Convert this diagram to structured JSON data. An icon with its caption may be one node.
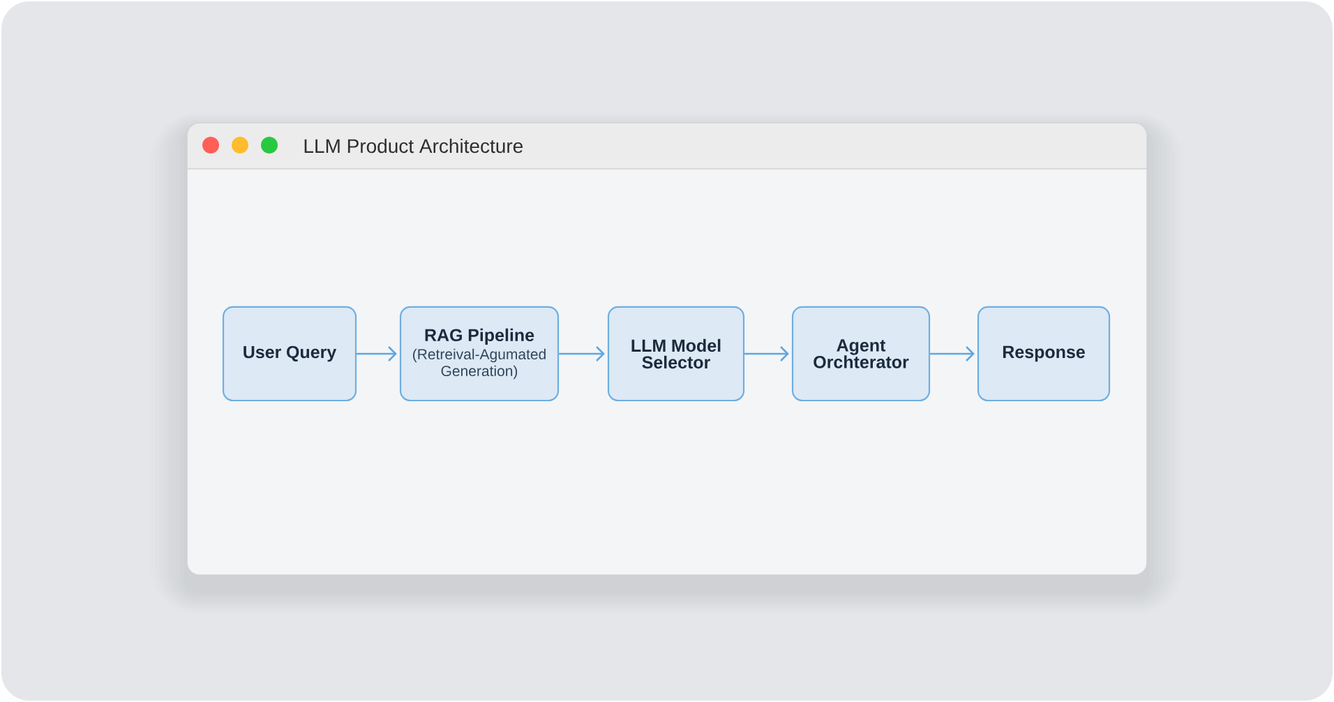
{
  "diagram": {
    "title": "LLM Product Architecture",
    "nodes": [
      {
        "text": [
          "User Query"
        ]
      },
      {
        "text": [
          "RAG Pipeline",
          "(Retreival-Agumated Generation)"
        ]
      },
      {
        "text": [
          "LLM Model Selector"
        ]
      },
      {
        "text": [
          "Agent Orchterator"
        ]
      },
      {
        "text": [
          "Response"
        ]
      }
    ],
    "edges": [
      {
        "from": 0,
        "to": 1,
        "arrow": "to"
      },
      {
        "from": 1,
        "to": 2,
        "arrow": "to"
      },
      {
        "from": 2,
        "to": 3,
        "arrow": "to"
      },
      {
        "from": 3,
        "to": 4,
        "arrow": "to"
      }
    ]
  }
}
